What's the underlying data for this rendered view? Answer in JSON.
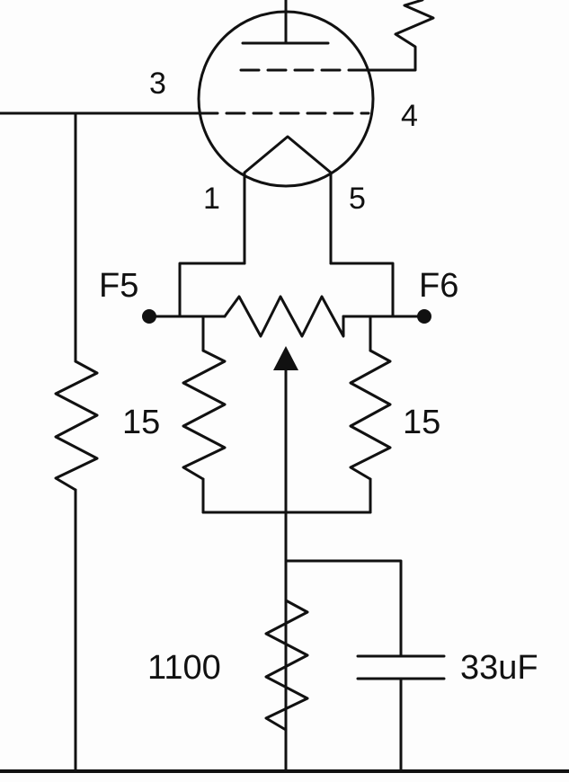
{
  "tube": {
    "pins": {
      "grid_pin": "3",
      "screen_pin": "4",
      "heater_pin_left": "1",
      "heater_pin_right": "5"
    }
  },
  "terminals": {
    "left": "F5",
    "right": "F6"
  },
  "components": {
    "left_balance_resistor": "15",
    "right_balance_resistor": "15",
    "cathode_resistor": "1100",
    "bypass_capacitor": "33uF"
  }
}
